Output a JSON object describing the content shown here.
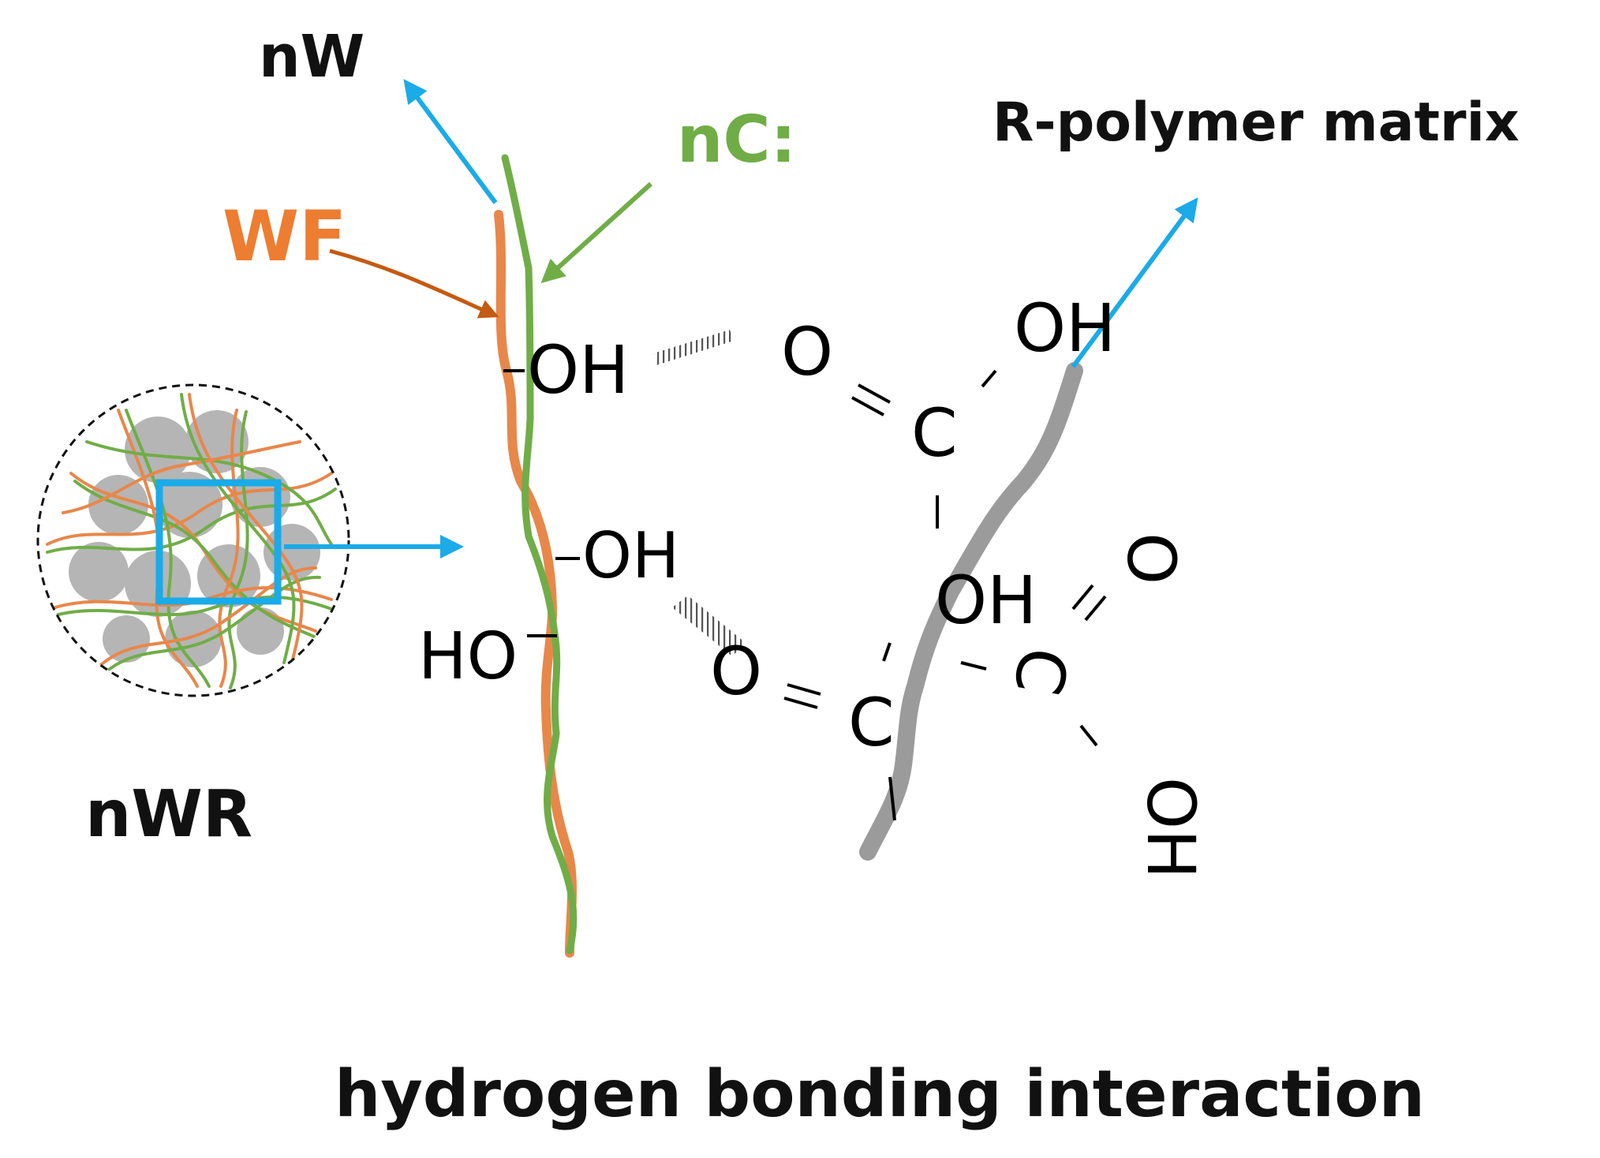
{
  "labels": {
    "nw": "nW",
    "nc": "nC:",
    "wf": "WF",
    "matrix": "R-polymer matrix",
    "nwr": "nWR",
    "caption": "hydrogen bonding interaction"
  },
  "chem": {
    "oh": "OH",
    "ho": "HO",
    "o": "O",
    "c": "C",
    "bond_single": "–"
  },
  "colors": {
    "wood_fiber": "#e8874a",
    "cellulose": "#70ad47",
    "polymer": "#9b9b9b",
    "arrow_blue": "#1aabe8",
    "wf_label": "#ed7d31",
    "nc_label": "#70ad47",
    "wf_arrow": "#c55a11",
    "nc_arrow": "#70ad47",
    "text": "#111111"
  }
}
